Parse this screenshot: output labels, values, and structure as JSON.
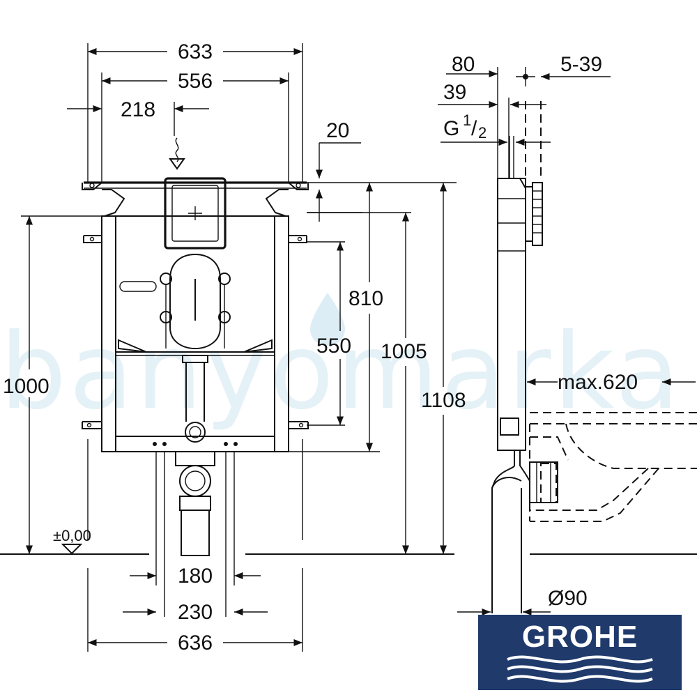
{
  "front_view": {
    "top_widths": {
      "overall": "633",
      "inner": "556",
      "flush_offset": "218"
    },
    "heights": {
      "floor_to_frame": "1000",
      "flush_plate_zone": "810",
      "outlet_zone": "550",
      "frame_total": "1005",
      "frame_with_brackets": "1108"
    },
    "top_gap": "20",
    "floor_level": "±0,00",
    "bottom_widths": {
      "outlet_spacing": "180",
      "stud_spacing": "230",
      "feet_width": "636"
    }
  },
  "side_view": {
    "depth_labels": {
      "d80": "80",
      "d39": "39",
      "adjust": "5-39"
    },
    "water_connection": {
      "g": "G",
      "sup": "1",
      "sub": "2"
    },
    "bowl_projection": "max.620",
    "drain_diameter": "Ø90"
  },
  "watermark": "banyomarka",
  "brand": {
    "name": "GROHE",
    "bg_color": "#1f3a6b",
    "text_color": "#ffffff"
  },
  "icons": [
    "water-drop-icon",
    "steam-icon",
    "level-triangle-icon",
    "grohe-waves-icon"
  ]
}
